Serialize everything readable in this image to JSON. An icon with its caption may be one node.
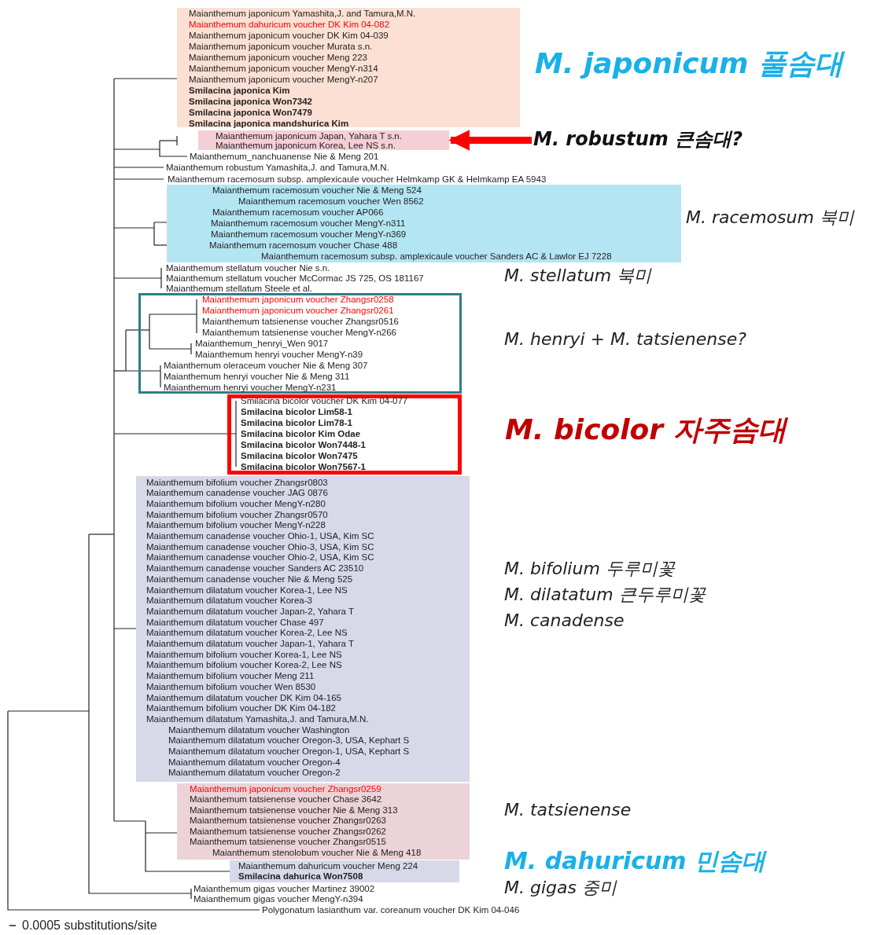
{
  "diagram": {
    "nodes": [
      {
        "text": [
          "Maianthemum japonicum Yamashita,J. and Tamura,M.N.",
          "Maianthemum dahuricum voucher DK Kim 04-082",
          "Maianthemum japonicum voucher DK Kim 04-039",
          "Maianthemum japonicum voucher Murata s.n.",
          "Maianthemum japonicum voucher Meng 223",
          "Maianthemum japonicum voucher MengY-n314",
          "Maianthemum japonicum voucher MengY-n207",
          "Smilacina japonica Kim",
          "Smilacina japonica Won7342",
          "Smilacina japonica Won7479",
          "Smilacina japonica mandshurica Kim"
        ],
        "beside": [
          "M. japonicum 풀솜대"
        ]
      },
      {
        "text": [
          "Maianthemum japonicum Japan, Yahara T s.n.",
          "Maianthemum japonicum Korea, Lee NS s.n."
        ]
      },
      {
        "text": [
          "M. robustum 큰솜대?"
        ]
      },
      {
        "text": [
          "Maianthemum racemosum voucher Nie & Meng 524",
          "Maianthemum racemosum voucher Wen 8562",
          "Maianthemum racemosum voucher AP066",
          "Maianthemum racemosum voucher MengY-n311",
          "Maianthemum racemosum voucher MengY-n369",
          "Maianthemum racemosum voucher Chase 488",
          "Maianthemum racemosum subsp. amplexicaule voucher Sanders AC & Lawlor EJ 7228"
        ],
        "beside": [
          "M. racemosum 북미"
        ]
      },
      {
        "text": [
          "Maianthemum japonicum voucher Zhangsr0258",
          "Maianthemum japonicum voucher Zhangsr0261",
          "Maianthemum tatsienense voucher Zhangsr0516",
          "Maianthemum tatsienense voucher MengY-n266",
          "Maianthemum_henryi_Wen 9017",
          "Maianthemum henryi voucher MengY-n39",
          "Maianthemum oleraceum voucher Nie & Meng 307",
          "Maianthemum henryi voucher Nie & Meng 311",
          "Maianthemum henryi voucher MengY-n231"
        ],
        "beside": [
          "M. henryi + M. tatsienense?"
        ]
      },
      {
        "text": [
          "Smilacina bicolor voucher DK Kim 04-077",
          "Smilacina bicolor Lim58-1",
          "Smilacina bicolor Lim78-1",
          "Smilacina bicolor Kim Odae",
          "Smilacina bicolor Won7448-1",
          "Smilacina bicolor Won7475",
          "Smilacina bicolor Won7567-1"
        ],
        "beside": [
          "M. bicolor 자주솜대"
        ]
      },
      {
        "text": [
          "Maianthemum bifolium voucher Zhangsr0803",
          "Maianthemum canadense voucher JAG 0876",
          "Maianthemum bifolium voucher MengY-n280",
          "Maianthemum bifolium voucher Zhangsr0570",
          "Maianthemum bifolium voucher MengY-n228",
          "Maianthemum canadense voucher Ohio-1, USA, Kim SC",
          "Maianthemum canadense voucher Ohio-3, USA, Kim SC",
          "Maianthemum canadense voucher Ohio-2, USA, Kim SC",
          "Maianthemum canadense voucher Sanders AC 23510",
          "Maianthemum canadense voucher Nie & Meng 525",
          "Maianthemum dilatatum voucher Korea-1, Lee NS",
          "Maianthemum dilatatum voucher Korea-3",
          "Maianthemum dilatatum voucher Japan-2, Yahara T",
          "Maianthemum dilatatum voucher Chase 497",
          "Maianthemum dilatatum voucher Korea-2, Lee NS",
          "Maianthemum dilatatum voucher Japan-1, Yahara T",
          "Maianthemum bifolium voucher Korea-1, Lee NS",
          "Maianthemum bifolium voucher Korea-2, Lee NS",
          "Maianthemum bifolium voucher Meng 211",
          "Maianthemum bifolium voucher Wen 8530",
          "Maianthemum dilatatum voucher DK Kim 04-165",
          "Maianthemum bifolium voucher DK Kim 04-182",
          "Maianthemum dilatatum Yamashita,J. and Tamura,M.N.",
          "Maianthemum dilatatum voucher Washington",
          "Maianthemum dilatatum voucher Oregon-3, USA, Kephart S",
          "Maianthemum dilatatum voucher Oregon-1, USA, Kephart S",
          "Maianthemum dilatatum voucher Oregon-4",
          "Maianthemum dilatatum voucher Oregon-2"
        ],
        "beside": [
          "M. bifolium 두루미꽃",
          "M. dilatatum 큰두루미꽃",
          "M. canadense"
        ]
      },
      {
        "text": [
          "Maianthemum japonicum voucher Zhangsr0259",
          "Maianthemum tatsienense voucher Chase 3642",
          "Maianthemum tatsienense voucher Nie & Meng 313",
          "Maianthemum tatsienense voucher Zhangsr0263",
          "Maianthemum tatsienense voucher Zhangsr0262",
          "Maianthemum tatsienense voucher Zhangsr0515",
          "Maianthemum stenolobum voucher Nie & Meng 418"
        ],
        "beside": [
          "M. tatsienense"
        ]
      },
      {
        "text": [
          "Maianthemum dahuricum voucher Meng 224",
          "Smilacina dahurica Won7508"
        ],
        "beside": [
          "M. dahuricum 민솜대"
        ]
      }
    ],
    "edges": [
      {
        "from": 2,
        "to": 1,
        "arrow": "to"
      }
    ],
    "labels": [
      "Maianthemum_nanchuanense Nie & Meng 201",
      "Maianthemum robustum Yamashita,J. and Tamura,M.N.",
      "Maianthemum racemosum subsp. amplexicaule voucher Helmkamp GK & Helmkamp EA 5943",
      "Maianthemum stellatum voucher Nie s.n.",
      "Maianthemum stellatum voucher McCormac JS 725, OS 181167",
      "M. stellatum 북미",
      "Maianthemum stellatum Steele et al.",
      "Maianthemum gigas voucher Martinez 39002",
      "M. gigas 중미",
      "Maianthemum gigas voucher MengY-n394",
      "Polygonatum lasianthum var. coreanum voucher DK Kim 04-046",
      "0.0005 substitutions/site"
    ]
  }
}
